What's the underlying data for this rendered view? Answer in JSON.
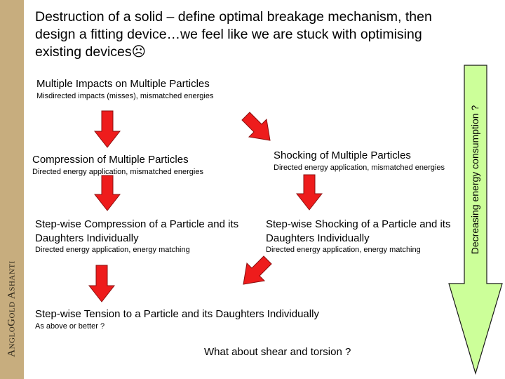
{
  "branding": {
    "logo_text": "AngloGold Ashanti"
  },
  "title": "Destruction of a solid – define optimal breakage mechanism, then design a fitting device…we feel like we are stuck with optimising existing devices☹",
  "nodes": {
    "multiple_impacts": {
      "heading": "Multiple Impacts on Multiple Particles",
      "sub": "Misdirected impacts (misses), mismatched energies"
    },
    "compression_multiple": {
      "heading": "Compression of Multiple Particles",
      "sub": "Directed energy application, mismatched energies"
    },
    "shocking_multiple": {
      "heading": "Shocking of Multiple Particles",
      "sub": "Directed energy application, mismatched energies"
    },
    "stepwise_compression": {
      "heading": "Step-wise Compression of a Particle and its Daughters Individually",
      "sub": "Directed energy application, energy matching"
    },
    "stepwise_shocking": {
      "heading": "Step-wise Shocking of a Particle and its Daughters Individually",
      "sub": "Directed energy application, energy matching"
    },
    "stepwise_tension": {
      "heading": "Step-wise Tension to a Particle and its Daughters Individually",
      "sub": "As above or better ?"
    }
  },
  "question": "What about shear and torsion ?",
  "side_arrow_label": "Decreasing energy consumption ?",
  "colors": {
    "arrow_fill": "#ee1c1c",
    "arrow_stroke": "#8a1010",
    "side_arrow_fill": "#ccff99",
    "sidebar": "#c7ad7e"
  }
}
